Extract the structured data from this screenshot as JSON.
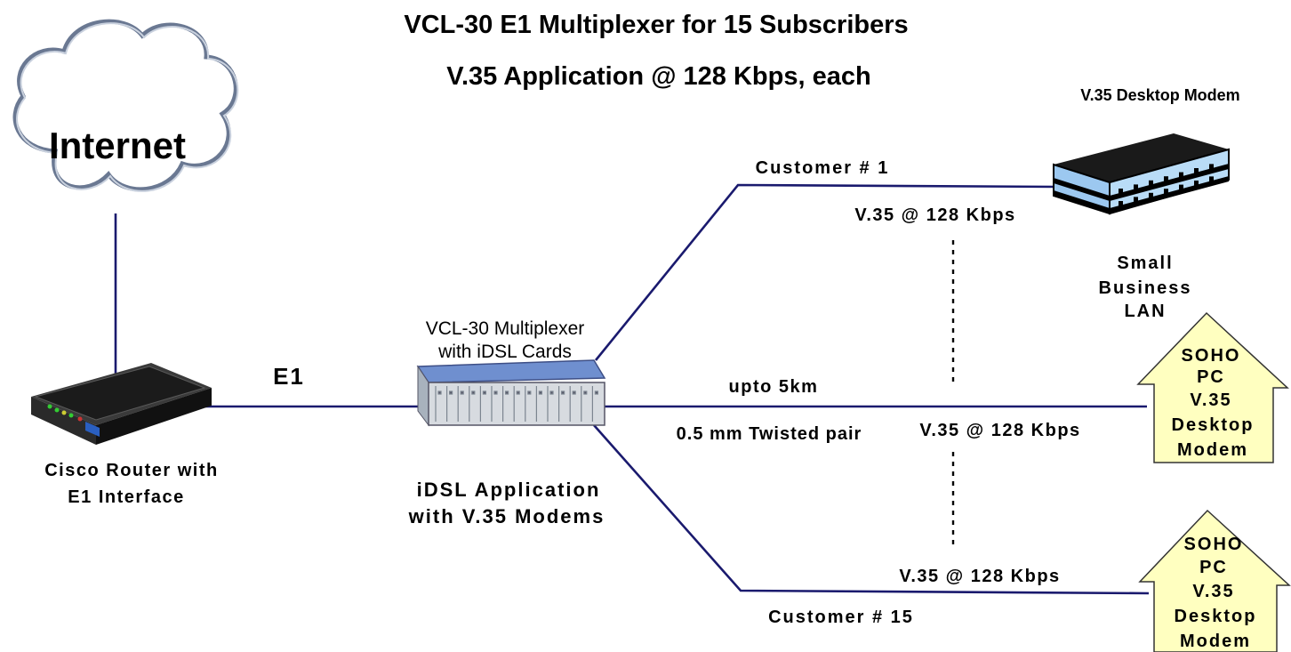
{
  "title": {
    "line1": "VCL-30 E1 Multiplexer for 15 Subscribers",
    "line2": "V.35 Application @ 128 Kbps, each"
  },
  "cloud": {
    "label": "Internet",
    "icon": "cloud-icon"
  },
  "router": {
    "icon": "router-icon",
    "label_line1": "Cisco Router with",
    "label_line2": "E1 Interface"
  },
  "e1_link": {
    "label": "E1"
  },
  "multiplexer": {
    "icon": "rack-multiplexer-icon",
    "label_line1": "VCL-30 Multiplexer",
    "label_line2": "with iDSL Cards",
    "app_line1": "iDSL Application",
    "app_line2": "with V.35 Modems"
  },
  "links": {
    "top_customer": "Customer # 1",
    "top_rate": "V.35 @ 128 Kbps",
    "mid_distance": "upto 5km",
    "mid_cable": "0.5 mm Twisted pair",
    "mid_rate": "V.35 @ 128 Kbps",
    "bottom_rate": "V.35 @ 128 Kbps",
    "bottom_customer": "Customer # 15"
  },
  "business": {
    "icon": "office-building-icon",
    "modem_label": "V.35 Desktop Modem",
    "lan_line1": "Small",
    "lan_line2": "Business",
    "lan_line3": "LAN"
  },
  "soho_1": {
    "icon": "house-icon",
    "line1": "SOHO",
    "line2": "PC",
    "line3": "V.35",
    "line4": "Desktop",
    "line5": "Modem"
  },
  "soho_2": {
    "icon": "house-icon",
    "line1": "SOHO",
    "line2": "PC",
    "line3": "V.35",
    "line4": "Desktop",
    "line5": "Modem"
  },
  "colors": {
    "line": "#1a1a6e",
    "house_fill": "#ffffc0",
    "building_blue": "#9cc8f0",
    "rack_top": "#6f8fcf"
  }
}
